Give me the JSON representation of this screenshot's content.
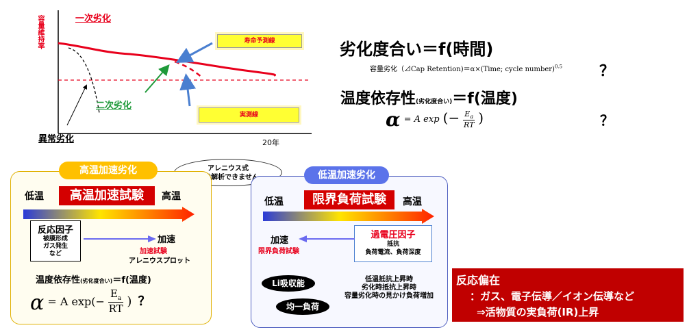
{
  "chart": {
    "ylabel": "容量維持率",
    "x_end_label": "20年",
    "primary_label": "一次劣化",
    "secondary_label": "二次劣化",
    "abnormal_label": "異常劣化",
    "callout_predict": "寿命予測線",
    "callout_measured": "実測線",
    "colors": {
      "measured": "#e8001c",
      "axes": "#000000",
      "arrow_blue": "#4a7fd0",
      "arrow_green": "#1f9a3a"
    }
  },
  "formulas": {
    "degradation_title": "劣化度合い＝f(時間)",
    "capacity_formula": "容量劣化（⊿Cap Retention)＝α×(Time; cycle number)",
    "capacity_exponent": "0.5",
    "q1": "？",
    "temp_title_main": "温度依存性",
    "temp_title_small": "(劣化度合い)",
    "temp_title_rest": "＝f(温度)",
    "alpha": "α",
    "arrh_eq": "= A exp",
    "arrh_num": "E",
    "arrh_num_sub": "a",
    "arrh_den": "RT",
    "q2": "？"
  },
  "arrhenius_bubble": {
    "line1": "アレニウス式",
    "line2": "では解析できません"
  },
  "left_panel": {
    "tag": "高温加速劣化",
    "low": "低温",
    "high": "高温",
    "title": "高温加速試験",
    "factor_title": "反応因子",
    "factor_items": [
      "被膜形成",
      "ガス発生",
      "など"
    ],
    "accel": "加速",
    "accel_test": "加速試験",
    "arrh_plot": "アレニウスプロット",
    "temp_dep_main": "温度依存性",
    "temp_dep_small": "(劣化度合い)",
    "temp_dep_rest": "＝f(温度)",
    "alpha": "α",
    "eq": "= A exp(−",
    "num": "E",
    "num_sub": "a",
    "den": "RT",
    "close": ")",
    "q": "？"
  },
  "right_panel": {
    "tag": "低温加速劣化",
    "low": "低温",
    "high": "高温",
    "title": "限界負荷試験",
    "factor_title": "過電圧因子",
    "factor_items": [
      "抵抗",
      "負荷電流、負荷深度"
    ],
    "accel": "加速",
    "limit_test": "限界負荷試験",
    "oval1": "Li吸収能",
    "oval2": "均一負荷",
    "effects": [
      "低温抵抗上昇時",
      "劣化時抵抗上昇時",
      "容量劣化時の見かけ負荷増加"
    ]
  },
  "reaction_box": {
    "title": "反応偏在",
    "line1": "：ガス、電子伝導／イオン伝導など",
    "line2": "⇒活物質の実負荷(IR)上昇"
  }
}
